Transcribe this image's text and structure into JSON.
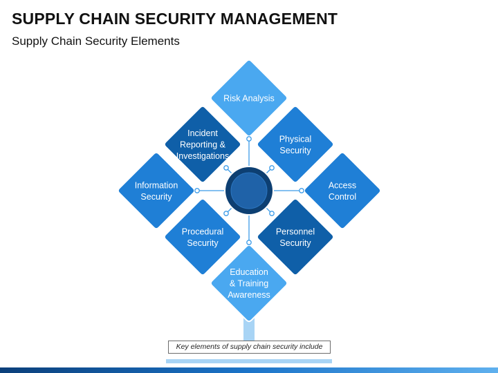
{
  "header": {
    "title": "SUPPLY CHAIN SECURITY MANAGEMENT",
    "subtitle": "Supply Chain Security Elements"
  },
  "diagram": {
    "colors": {
      "light_blue": "#4aa8f0",
      "medium_blue": "#1f7fd6",
      "dark_blue": "#0f5fa8",
      "hub_outer": "#0d3f72",
      "hub_inner": "#1f62a8",
      "connector": "#3b9be8",
      "stand": "#a8d4f5"
    },
    "nodes": [
      {
        "id": "risk-analysis",
        "lines": [
          "Risk Analysis"
        ],
        "shade": "light_blue"
      },
      {
        "id": "physical-security",
        "lines": [
          "Physical",
          "Security"
        ],
        "shade": "medium_blue"
      },
      {
        "id": "access-control",
        "lines": [
          "Access",
          "Control"
        ],
        "shade": "medium_blue"
      },
      {
        "id": "personnel-security",
        "lines": [
          "Personnel",
          "Security"
        ],
        "shade": "dark_blue"
      },
      {
        "id": "education-training",
        "lines": [
          "Education",
          "& Training",
          "Awareness"
        ],
        "shade": "light_blue"
      },
      {
        "id": "procedural-security",
        "lines": [
          "Procedural",
          "Security"
        ],
        "shade": "medium_blue"
      },
      {
        "id": "information-security",
        "lines": [
          "Information",
          "Security"
        ],
        "shade": "medium_blue"
      },
      {
        "id": "incident-reporting",
        "lines": [
          "Incident",
          "Reporting &",
          "Investigations"
        ],
        "shade": "dark_blue"
      }
    ]
  },
  "footer": {
    "caption": "Key elements of supply chain security include",
    "bar_colors": [
      "#0b3f7a",
      "#1b74c9",
      "#5fb0ee"
    ]
  }
}
